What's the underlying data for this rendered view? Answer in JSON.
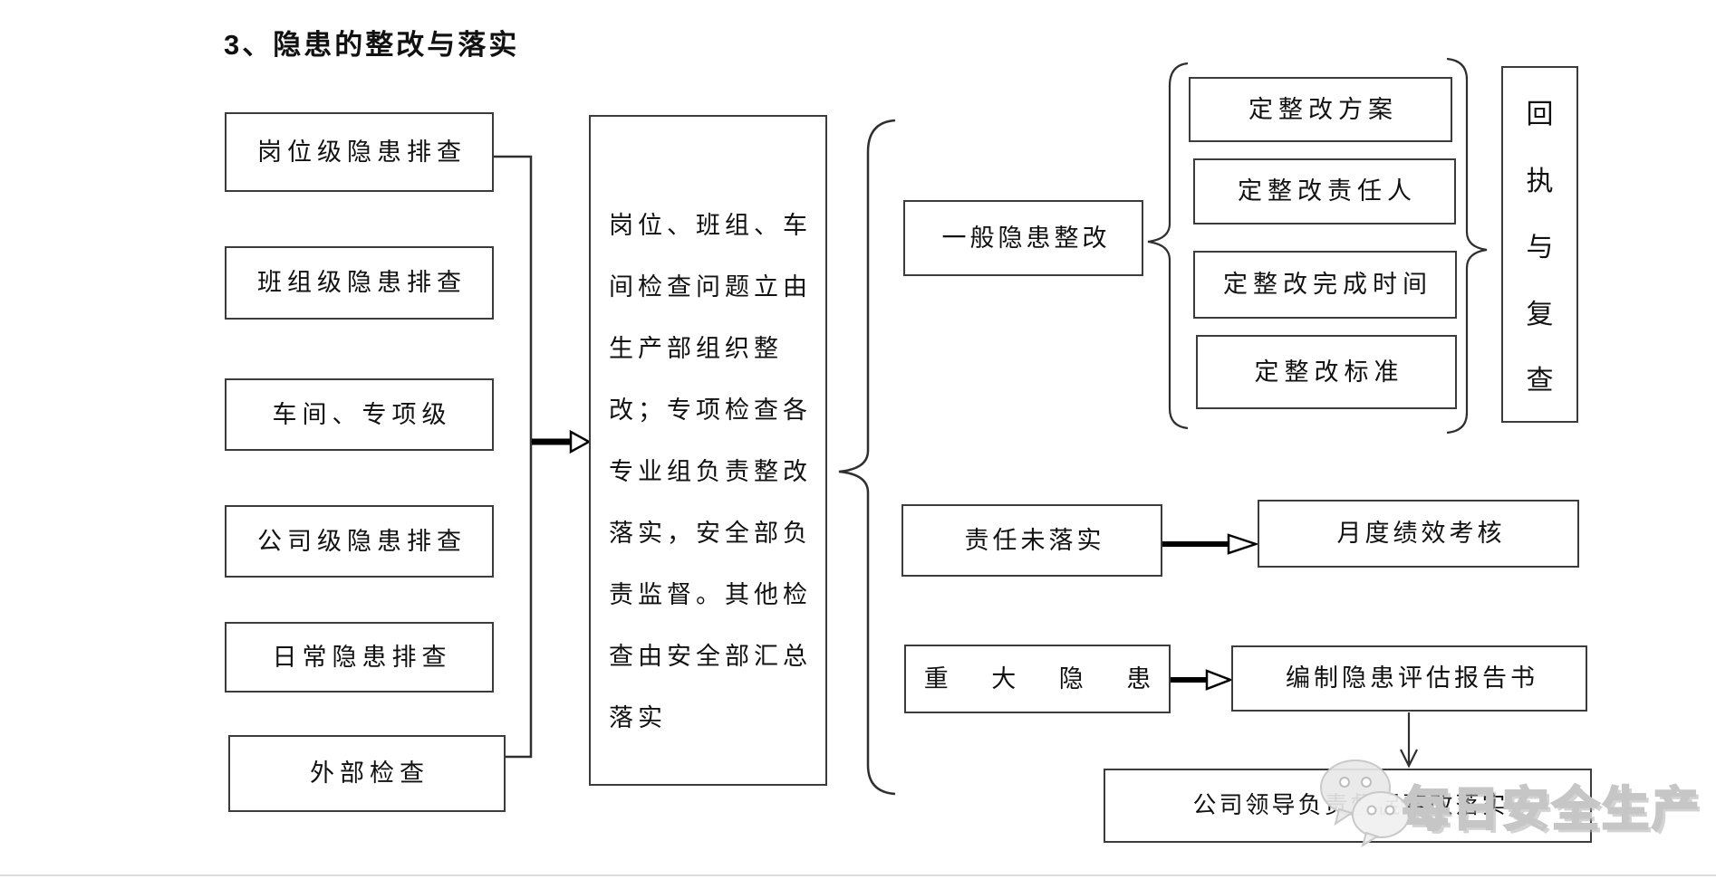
{
  "title": "3、隐患的整改与落实",
  "left_column": {
    "boxes": [
      "岗位级隐患排查",
      "班组级隐患排查",
      "车间、专项级",
      "公司级隐患排查",
      "日常隐患排查",
      "外部检查"
    ]
  },
  "center_box": {
    "lines": [
      "岗位、班组、车",
      "间检查问题立由",
      "生产部组织整",
      "改；专项检查各",
      "专业组负责整改",
      "落实，安全部负",
      "责监督。其他检",
      "查由安全部汇总",
      "落实"
    ]
  },
  "general_branch": {
    "label": "一般隐患整改",
    "steps": [
      "定整改方案",
      "定整改责任人",
      "定整改完成时间",
      "定整改标准"
    ],
    "result_chars": [
      "回",
      "执",
      "与",
      "复",
      "查"
    ],
    "result_label": "回执与复查"
  },
  "unfulfilled_branch": {
    "label": "责任未落实",
    "result": "月度绩效考核"
  },
  "major_branch": {
    "label": "重 大 隐 患",
    "report": "编制隐患评估报告书",
    "leader": "公司领导负责督促整改落实"
  },
  "watermark": {
    "text": "每日安全生产",
    "icon": "wechat-icon"
  },
  "colors": {
    "line": "#2f2f2f",
    "border": "#3c3c3c",
    "watermark_gray": "#c6c6c6",
    "background": "#ffffff"
  }
}
